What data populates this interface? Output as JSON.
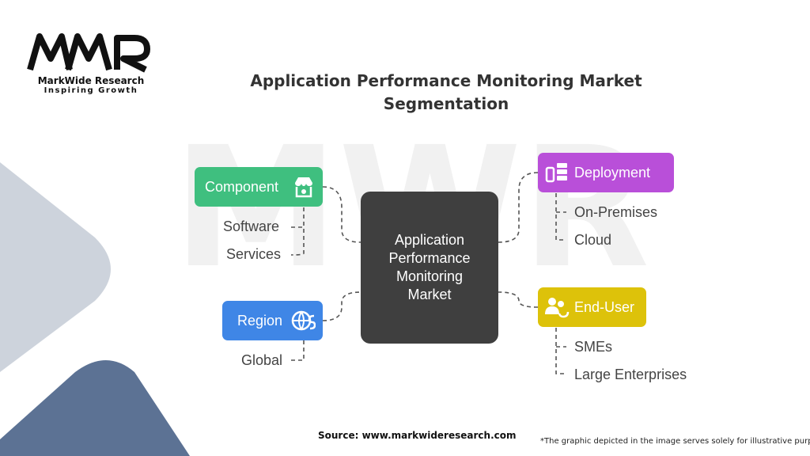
{
  "brand": {
    "name": "MarkWide Research",
    "tagline": "Inspiring Growth"
  },
  "title": {
    "line1": "Application Performance Monitoring Market",
    "line2": "Segmentation"
  },
  "center": {
    "label": "Application Performance Monitoring Market"
  },
  "segments": [
    {
      "label": "Component",
      "color": "#3fbf7f",
      "icon": "shop-icon",
      "items": [
        "Software",
        "Services"
      ]
    },
    {
      "label": "Region",
      "color": "#3f86e6",
      "icon": "globe-icon",
      "items": [
        "Global"
      ]
    },
    {
      "label": "Deployment",
      "color": "#b94fd9",
      "icon": "server-device-icon",
      "items": [
        "On-Premises",
        "Cloud"
      ]
    },
    {
      "label": "End-User",
      "color": "#ddc20a",
      "icon": "users-icon",
      "items": [
        "SMEs",
        "Large Enterprises"
      ]
    }
  ],
  "footer": {
    "source": "Source: www.markwideresearch.com",
    "disclaimer": "*The graphic depicted in the image serves solely for illustrative purposes"
  }
}
